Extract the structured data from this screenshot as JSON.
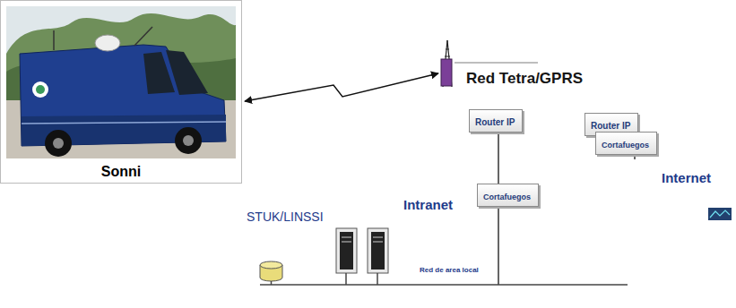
{
  "diagram": {
    "nodes": [
      {
        "text": [
          "Sonni"
        ]
      },
      {
        "text": [
          "Red Tetra/GPRS"
        ]
      },
      {
        "text": [
          "Router IP"
        ],
        "in": 1
      },
      {
        "text": [
          "Router IP"
        ],
        "in": 1
      },
      {
        "text": [
          "Cortafuegos"
        ]
      },
      {
        "text": [
          "Internet"
        ]
      },
      {
        "text": [
          "Cortafuegos"
        ]
      },
      {
        "text": [
          "Intranet"
        ]
      }
    ],
    "edges": [
      {
        "from": 0,
        "to": 1,
        "arrow": "both"
      },
      {
        "from": 2,
        "to": 6,
        "arrow": "none"
      },
      {
        "from": 6,
        "to": 7,
        "arrow": "none"
      },
      {
        "from": 3,
        "to": 4,
        "arrow": "none"
      },
      {
        "from": 4,
        "to": 5,
        "arrow": "none"
      }
    ],
    "labels": [
      "STUK/LINSSI",
      "Red de area local"
    ]
  }
}
